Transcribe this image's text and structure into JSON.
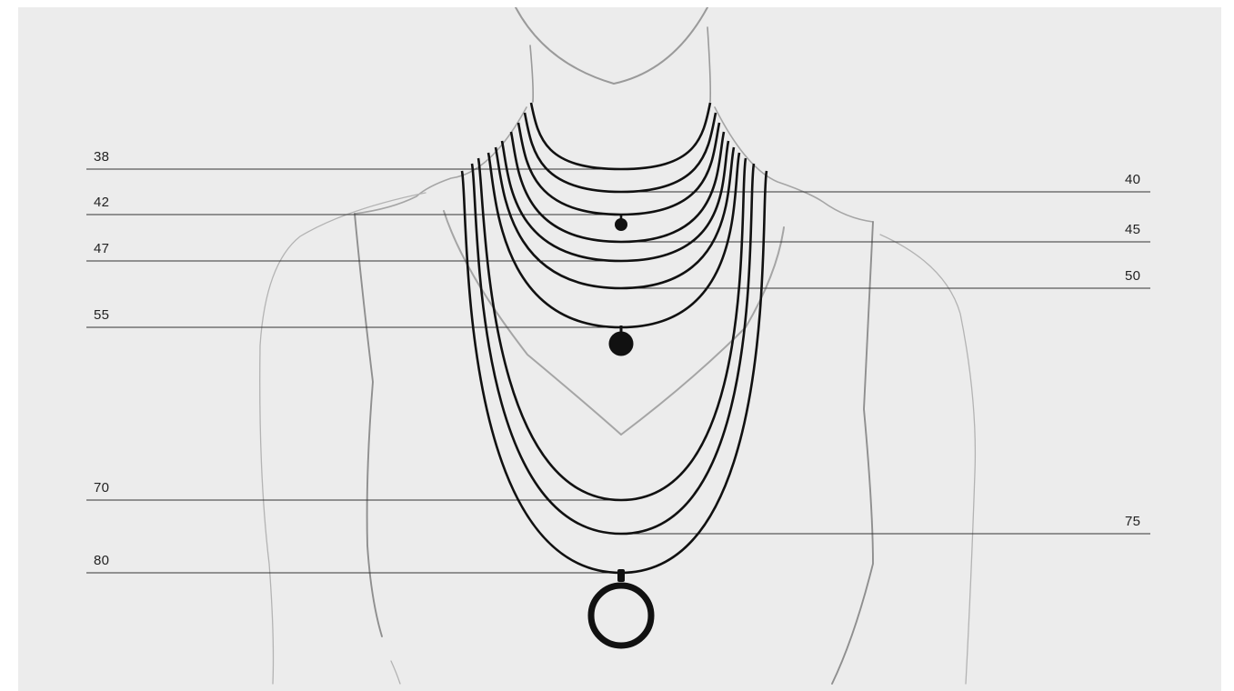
{
  "title": "",
  "colors": {
    "background": "#ececec",
    "page": "#ffffff",
    "mannequin_outline": "#a8a8a8",
    "mannequin_outline_dark": "#8f8f8f",
    "necklace": "#111111",
    "guide_line": "#333333",
    "label_text": "#222222"
  },
  "necklace_lengths": [
    {
      "id": "38",
      "label": "38",
      "side": "left"
    },
    {
      "id": "40",
      "label": "40",
      "side": "right"
    },
    {
      "id": "42",
      "label": "42",
      "side": "left",
      "pendant": "small-drop"
    },
    {
      "id": "45",
      "label": "45",
      "side": "right"
    },
    {
      "id": "47",
      "label": "47",
      "side": "left"
    },
    {
      "id": "50",
      "label": "50",
      "side": "right"
    },
    {
      "id": "55",
      "label": "55",
      "side": "left",
      "pendant": "round-disc"
    },
    {
      "id": "70",
      "label": "70",
      "side": "left"
    },
    {
      "id": "75",
      "label": "75",
      "side": "right"
    },
    {
      "id": "80",
      "label": "80",
      "side": "left",
      "pendant": "ring"
    }
  ]
}
